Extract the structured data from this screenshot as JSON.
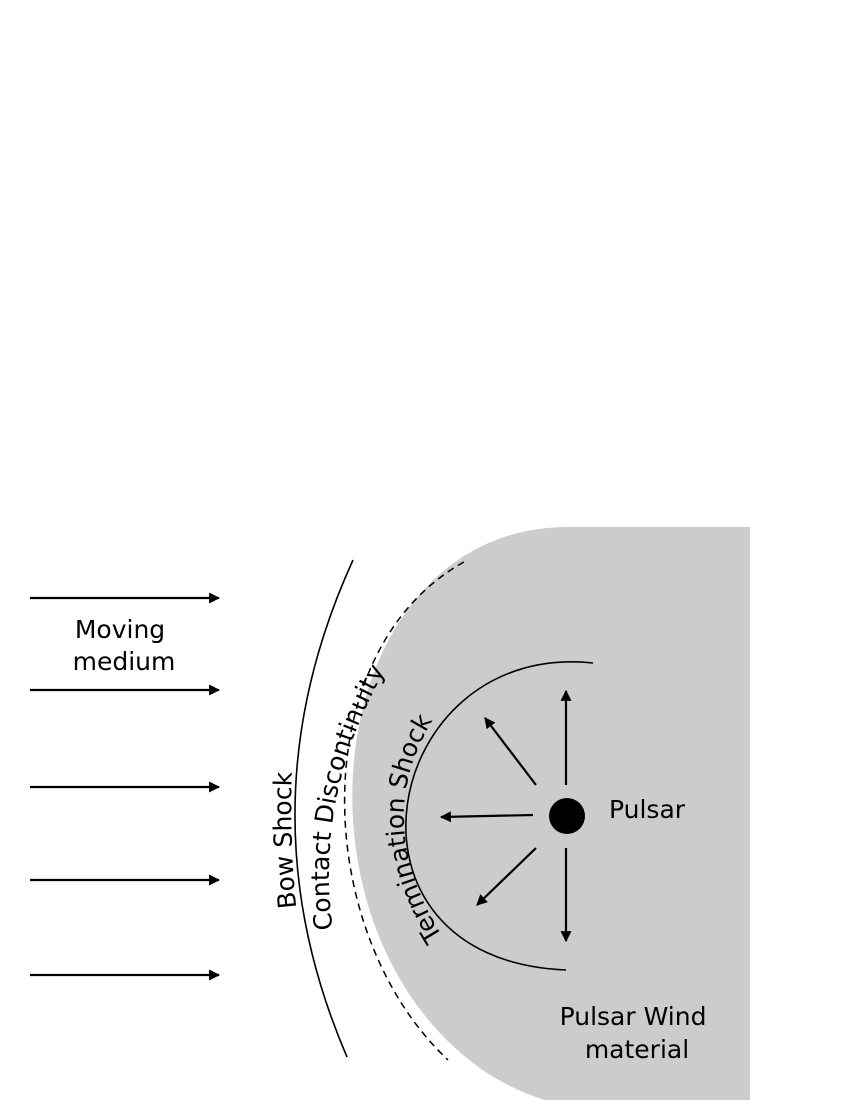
{
  "labels": {
    "moving_medium_line1": "Moving",
    "moving_medium_line2": "medium",
    "bow_shock": "Bow Shock",
    "contact_discontinuity": "Contact Discontinuity",
    "termination_shock": "Termination Shock",
    "pulsar": "Pulsar",
    "pulsar_wind_line1": "Pulsar Wind",
    "pulsar_wind_line2": "material"
  },
  "colors": {
    "wind_region": "#cccccc",
    "ink": "#000000",
    "background": "#ffffff"
  }
}
